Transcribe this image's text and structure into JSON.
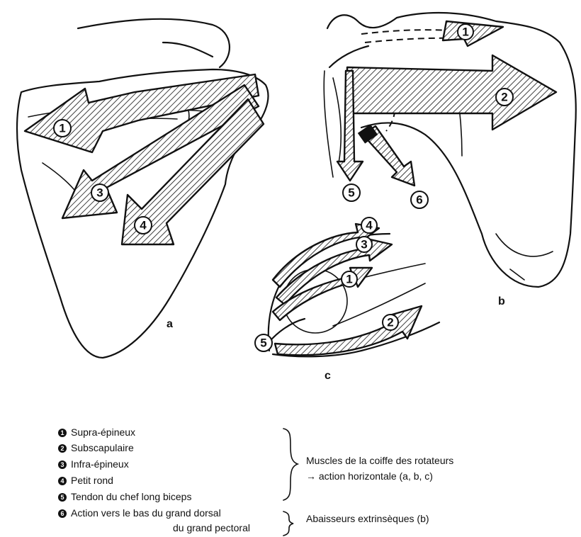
{
  "panels": {
    "a": "a",
    "b": "b",
    "c": "c"
  },
  "arrow_numbers": [
    "1",
    "2",
    "3",
    "4",
    "5",
    "6"
  ],
  "legend": {
    "items": [
      {
        "num": "1",
        "label": "Supra-épineux"
      },
      {
        "num": "2",
        "label": "Subscapulaire"
      },
      {
        "num": "3",
        "label": "Infra-épineux"
      },
      {
        "num": "4",
        "label": "Petit rond"
      },
      {
        "num": "5",
        "label": "Tendon du chef long biceps"
      },
      {
        "num": "6",
        "label": "Action vers le bas du grand dorsal"
      }
    ],
    "item6_continuation": "du grand pectoral",
    "group_rotator_line1": "Muscles de la coiffe des rotateurs",
    "group_rotator_line2": "→ action horizontale (a, b, c)",
    "group_depressor": "Abaisseurs extrinsèques (b)"
  }
}
